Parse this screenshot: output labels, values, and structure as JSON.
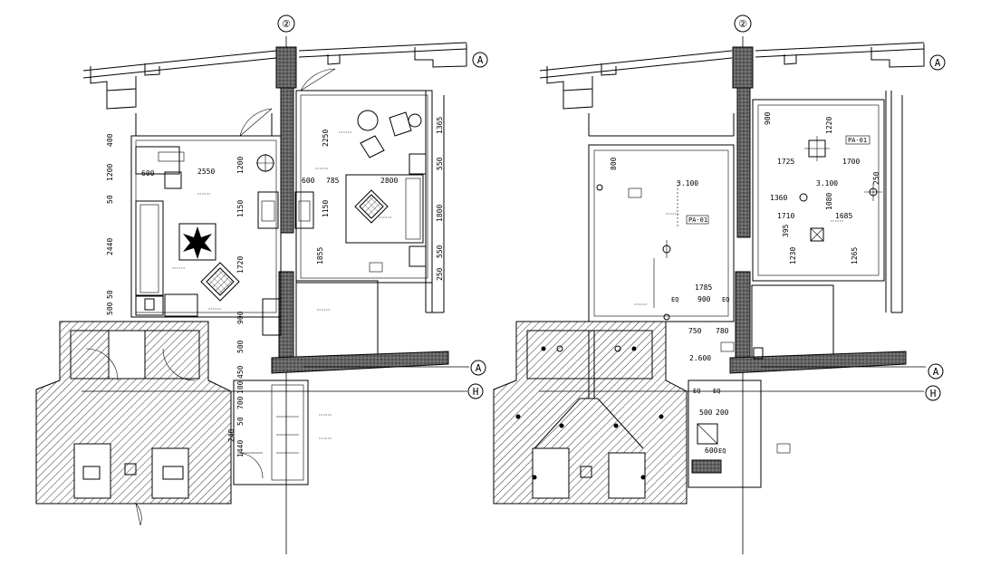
{
  "grid_labels": {
    "g2_left": "②",
    "g2_right": "②",
    "ga_left_top": "A",
    "ga_right_top": "A",
    "ga_left_mid": "A",
    "ga_right_mid": "A",
    "gh_left": "H",
    "gh_right": "H"
  },
  "left_plan": {
    "dims_left_side": [
      "400",
      "1200",
      "50",
      "2440",
      "50",
      "500",
      "900",
      "500",
      "450",
      "100",
      "700",
      "50",
      "240",
      "1440"
    ],
    "dims_mid": [
      "1200",
      "1150",
      "1720",
      "1855",
      "2550",
      "600",
      "600",
      "785",
      "1150",
      "2800"
    ],
    "dims_right_side": [
      "1365",
      "550",
      "1800",
      "550",
      "250"
    ],
    "dims_room_upper": [
      "2250"
    ]
  },
  "right_plan": {
    "dims": [
      "800",
      "900",
      "1725",
      "1700",
      "1360",
      "1710",
      "1685",
      "1230",
      "1265",
      "1785",
      "900",
      "750",
      "780",
      "500",
      "200",
      "600",
      "250",
      "1220",
      "1080",
      "395"
    ],
    "levels": [
      "3.100",
      "3.100",
      "2.600"
    ],
    "tags": [
      "EQ",
      "EQ",
      "EQ",
      "EQ",
      "EQ",
      "PA-01",
      "PA-01"
    ]
  }
}
